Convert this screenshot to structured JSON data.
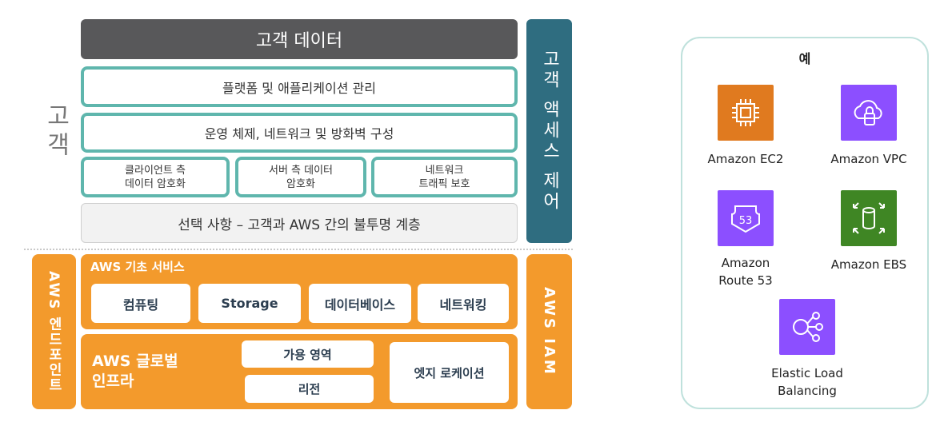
{
  "customer": {
    "label": "고객",
    "data_bar": "고객 데이터",
    "platform": "플랫폼 및 애플리케이션 관리",
    "os": "운영 체제, 네트워크 및 방화벽 구성",
    "client_enc": [
      "클라이언트 측",
      "데이터 암호화"
    ],
    "server_enc": [
      "서버 측 데이터",
      "암호화"
    ],
    "net_protect": [
      "네트워크",
      "트래픽 보호"
    ],
    "optional": "선택 사항 – 고객과 AWS 간의 불투명 계층",
    "access_control": "고객 액세스 제어"
  },
  "aws": {
    "endpoint": "AWS 엔드포인트",
    "foundation_title": "AWS 기초 서비스",
    "services": [
      "컴퓨팅",
      "Storage",
      "데이터베이스",
      "네트워킹"
    ],
    "global_title": [
      "AWS 글로벌",
      "인프라"
    ],
    "az": "가용 영역",
    "region": "리전",
    "edge": "엣지 로케이션",
    "iam": "AWS IAM"
  },
  "examples": {
    "title": "예",
    "items": [
      {
        "label": [
          "Amazon EC2"
        ],
        "icon": "ec2-chip-icon",
        "color": "#e07a1f"
      },
      {
        "label": [
          "Amazon VPC"
        ],
        "icon": "vpc-cloud-lock-icon",
        "color": "#8c4fff"
      },
      {
        "label": [
          "Amazon",
          "Route 53"
        ],
        "icon": "route53-shield-icon",
        "color": "#8c4fff"
      },
      {
        "label": [
          "Amazon EBS"
        ],
        "icon": "ebs-volume-icon",
        "color": "#3f8624"
      },
      {
        "label": [
          "Elastic Load",
          "Balancing"
        ],
        "icon": "elb-nodes-icon",
        "color": "#8c4fff"
      }
    ]
  }
}
